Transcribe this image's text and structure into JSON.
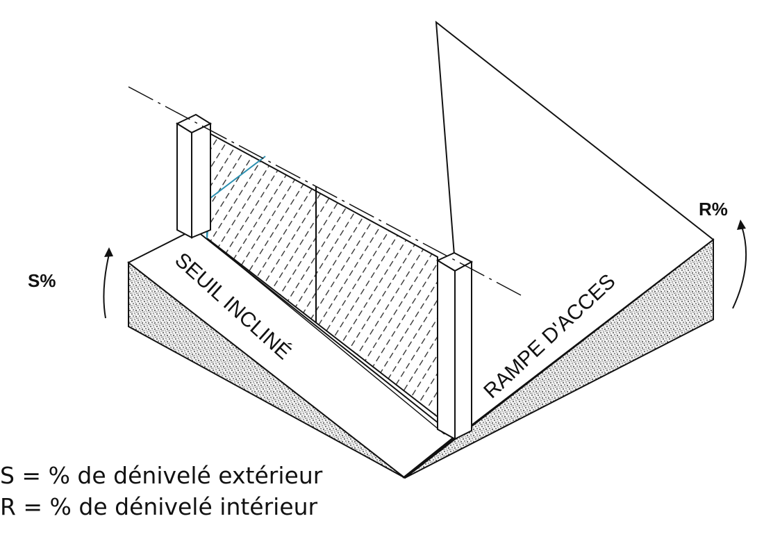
{
  "diagram": {
    "label_s": "S%",
    "label_r": "R%",
    "label_seuil": "SEUIL INCLINÉ",
    "label_rampe": "RAMPE D'ACCES",
    "legend": [
      "S = % de dénivelé extérieur",
      "R = % de dénivelé intérieur"
    ]
  }
}
